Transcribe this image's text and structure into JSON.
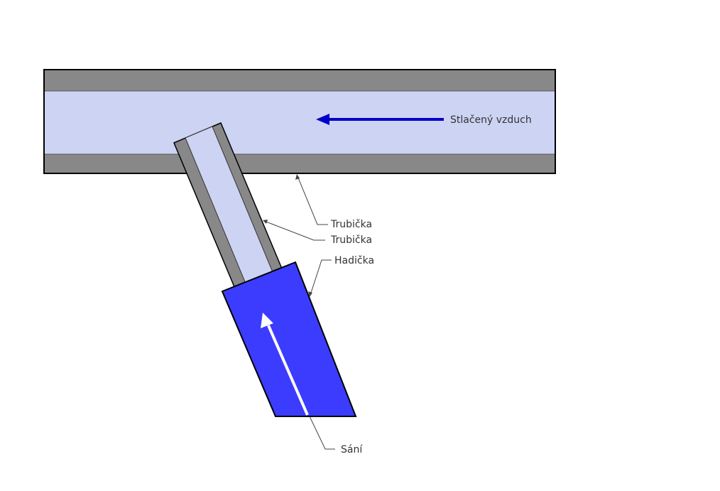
{
  "labels": {
    "compressed_air": "Stlačený vzduch",
    "tube_outer": "Trubička",
    "tube_inner": "Trubička",
    "hose": "Hadička",
    "suction": "Sání"
  },
  "colors": {
    "background": "#ffffff",
    "pipe_wall": "#888888",
    "air_fill": "#cdd3f2",
    "hose": "#3c3cff",
    "flow_arrow_air": "#0000cc",
    "flow_arrow_suction": "#ffffff",
    "outline": "#000000",
    "leader": "#444444",
    "text": "#333333"
  }
}
